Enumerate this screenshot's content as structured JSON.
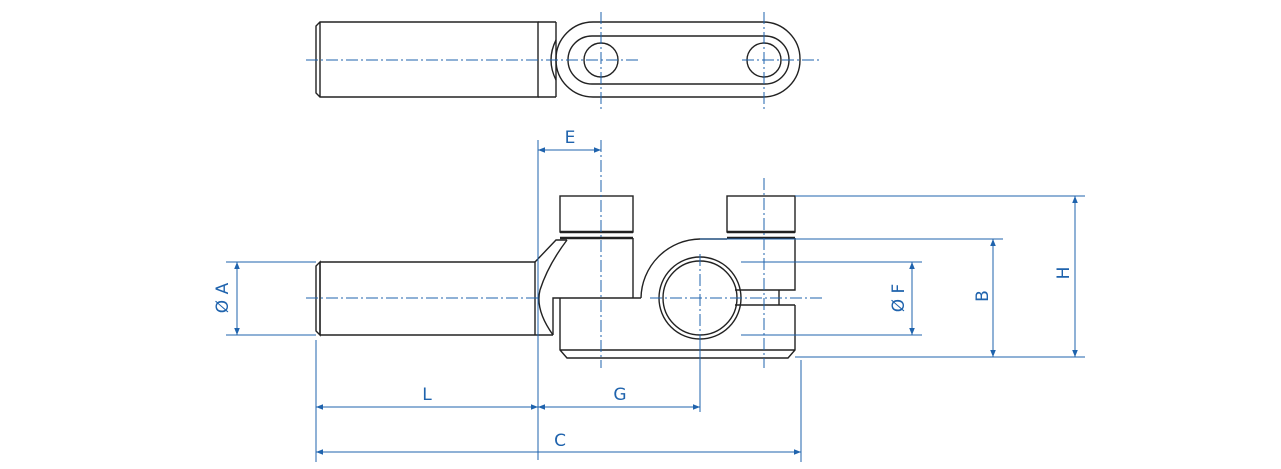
{
  "title": "Clamp lever technical drawing",
  "dimensions": {
    "A": "Ø A",
    "B": "B",
    "C": "C",
    "E": "E",
    "F": "Ø F",
    "G": "G",
    "H": "H",
    "L": "L"
  },
  "colors": {
    "dimension": "#1f63ad",
    "outline": "#222222"
  }
}
